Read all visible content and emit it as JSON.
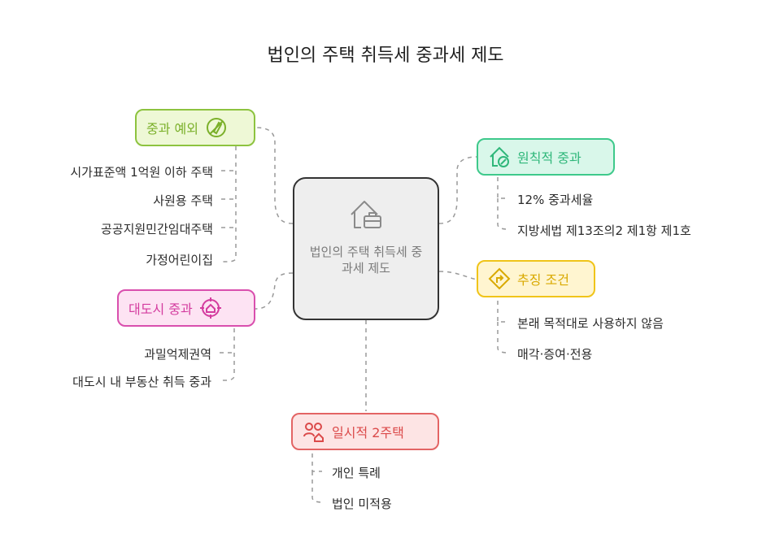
{
  "title": "법인의 주택 취득세 중과세 제도",
  "center": {
    "label": "법인의 주택 취득세 중과세 제도"
  },
  "branches": {
    "exceptions": {
      "label": "중과 예외",
      "icon": "no-pen-icon",
      "items": [
        "시가표준액 1억원 이하 주택",
        "사원용 주택",
        "공공지원민간임대주택",
        "가정어린이집"
      ]
    },
    "metro": {
      "label": "대도시 중과",
      "icon": "target-house-icon",
      "items": [
        "과밀억제권역",
        "대도시 내 부동산 취득 중과"
      ]
    },
    "principle": {
      "label": "원칙적 중과",
      "icon": "house-percent-icon",
      "items": [
        "12% 중과세율",
        "지방세법 제13조의2 제1항 제1호"
      ]
    },
    "collection": {
      "label": "추징 조건",
      "icon": "direction-sign-icon",
      "items": [
        "본래 목적대로 사용하지 않음",
        "매각·증여·전용"
      ]
    },
    "temporary": {
      "label": "일시적 2주택",
      "icon": "people-house-icon",
      "items": [
        "개인 특례",
        "법인 미적용"
      ]
    }
  },
  "colors": {
    "exceptions": {
      "fill": "#eef8d6",
      "stroke": "#8dc33f",
      "text": "#7bb02a"
    },
    "metro": {
      "fill": "#fde3f3",
      "stroke": "#d94fae",
      "text": "#d43c9f"
    },
    "principle": {
      "fill": "#d9f7ea",
      "stroke": "#3ec98b",
      "text": "#2fb77a"
    },
    "collection": {
      "fill": "#fff5d0",
      "stroke": "#f0c419",
      "text": "#d9a900"
    },
    "temporary": {
      "fill": "#fde4e4",
      "stroke": "#e36464",
      "text": "#db4a4a"
    },
    "center": {
      "fill": "#eeeeee",
      "stroke": "#333333"
    }
  }
}
